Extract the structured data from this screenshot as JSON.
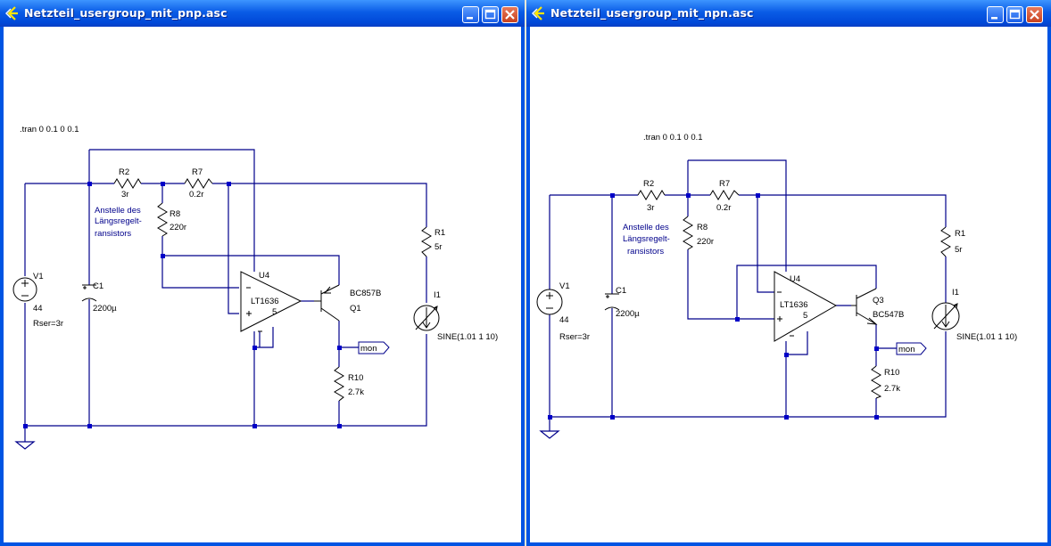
{
  "left": {
    "title": "Netzteil_usergroup_mit_pnp.asc",
    "directive": ".tran 0 0.1 0 0.1",
    "r2_name": "R2",
    "r2_value": "3r",
    "r7_name": "R7",
    "r7_value": "0.2r",
    "r8_name": "R8",
    "r8_value": "220r",
    "r1_name": "R1",
    "r1_value": "5r",
    "r10_name": "R10",
    "r10_value": "2.7k",
    "v1_name": "V1",
    "v1_value": "44",
    "v1_rser": "Rser=3r",
    "c1_name": "C1",
    "c1_value": "2200µ",
    "u4_name": "U4",
    "u4_model": "LT1636",
    "u4_pin": "5",
    "q_model": "BC857B",
    "q_name": "Q1",
    "i1_name": "I1",
    "i1_value": "SINE(1.01 1 10)",
    "note_1": "Anstelle des",
    "note_2": "Längsregelt-",
    "note_3": "ransistors",
    "label_mon": "mon"
  },
  "right": {
    "title": "Netzteil_usergroup_mit_npn.asc",
    "directive": ".tran 0 0.1 0 0.1",
    "r2_name": "R2",
    "r2_value": "3r",
    "r7_name": "R7",
    "r7_value": "0.2r",
    "r8_name": "R8",
    "r8_value": "220r",
    "r1_name": "R1",
    "r1_value": "5r",
    "r10_name": "R10",
    "r10_value": "2.7k",
    "v1_name": "V1",
    "v1_value": "44",
    "v1_rser": "Rser=3r",
    "c1_name": "C1",
    "c1_value": "2200µ",
    "u4_name": "U4",
    "u4_model": "LT1636",
    "u4_pin": "5",
    "q_name": "Q3",
    "q_model": "BC547B",
    "i1_name": "I1",
    "i1_value": "SINE(1.01 1 10)",
    "note_1": "Anstelle des",
    "note_2": "Längsregelt-",
    "note_3": "ransistors",
    "label_mon": "mon"
  },
  "colors": {
    "wire": "#00008b",
    "junction": "#0000c8",
    "titlebar": "#0a5ce6"
  },
  "icons": [
    "ltspice-app-icon",
    "minimize-icon",
    "maximize-icon",
    "close-icon"
  ]
}
